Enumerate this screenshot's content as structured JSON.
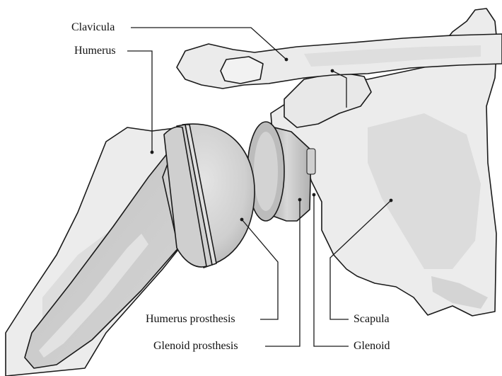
{
  "labels": {
    "clavicula": "Clavicula",
    "humerus": "Humerus",
    "humerus_prosthesis": "Humerus prosthesis",
    "glenoid_prosthesis": "Glenoid prosthesis",
    "scapula": "Scapula",
    "glenoid": "Glenoid"
  },
  "colors": {
    "bone_fill": "#ececec",
    "bone_shade": "#dcdcdc",
    "prosthesis_fill": "#c9c9c9",
    "prosthesis_highlight": "#e6e6e6",
    "outline": "#1a1a1a",
    "text": "#111111"
  }
}
